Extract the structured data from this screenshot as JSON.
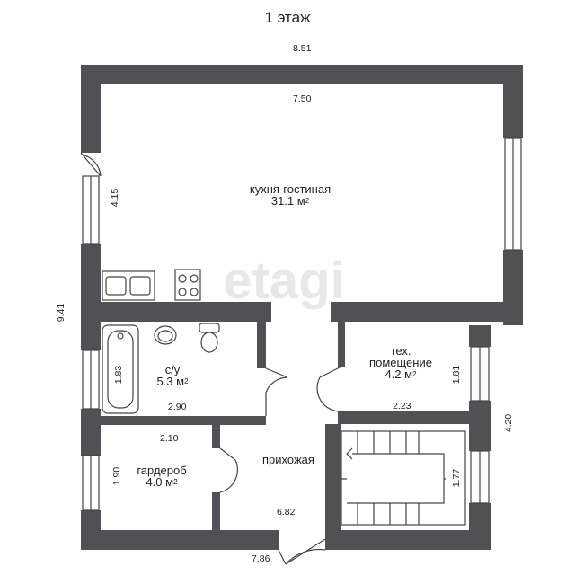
{
  "title": "1 этаж",
  "watermark": "etagi",
  "dimensions": {
    "top_width": "8.51",
    "left_height": "9.41",
    "right_height": "4.20",
    "bottom_width": "7.86",
    "kitchen_width": "7.50",
    "kitchen_height": "4.15",
    "bath_height": "1.83",
    "bath_width": "2.90",
    "tech_height": "1.81",
    "tech_width": "2.23",
    "wardrobe_width": "2.10",
    "wardrobe_height": "1.90",
    "hall_width": "6.82",
    "stairs_height": "1.77"
  },
  "rooms": {
    "kitchen": {
      "name": "кухня-гостиная",
      "area": "31.1 м",
      "unit_sup": "2"
    },
    "bathroom": {
      "name": "с/у",
      "area": "5.3 м",
      "unit_sup": "2"
    },
    "tech": {
      "name_line1": "тех.",
      "name_line2": "помещение",
      "area": "4.2 м",
      "unit_sup": "2"
    },
    "wardrobe": {
      "name": "гардероб",
      "area": "4.0 м",
      "unit_sup": "2"
    },
    "hallway": {
      "name": "прихожая"
    }
  },
  "colors": {
    "wall": "#505055",
    "line": "#333333",
    "watermark": "#e6e6e6"
  }
}
